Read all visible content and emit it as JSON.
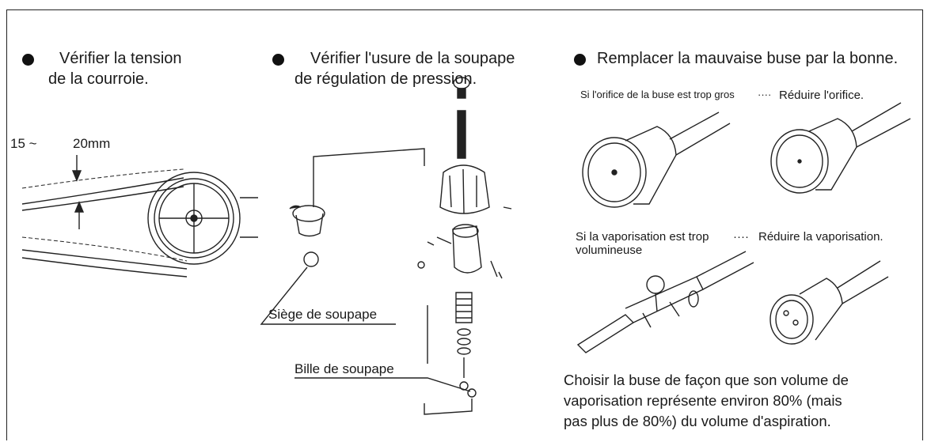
{
  "col1": {
    "heading_line1": "Vérifier la tension",
    "heading_line2": "de la courroie.",
    "measure_left": "15 ~",
    "measure_right": "20mm"
  },
  "col2": {
    "heading_line1": "Vérifier l'usure de la soupape",
    "heading_line2": "de régulation de pression.",
    "label_seat": "Siège de soupape",
    "label_ball": "Bille de soupape"
  },
  "col3": {
    "heading": "Remplacer la mauvaise buse par la bonne.",
    "orifice_cond": "Si l'orifice de la buse est trop gros",
    "dots": "····",
    "orifice_action": "Réduire l'orifice.",
    "spray_cond_line1": "Si la vaporisation est trop",
    "spray_cond_line2": "volumineuse",
    "spray_action": "Réduire la vaporisation.",
    "note_line1": "Choisir la buse de façon que son volume de",
    "note_line2": "vaporisation représente environ 80% (mais",
    "note_line3": "pas plus de 80%) du volume d'aspiration."
  },
  "icons": [
    "bullet-icon"
  ]
}
